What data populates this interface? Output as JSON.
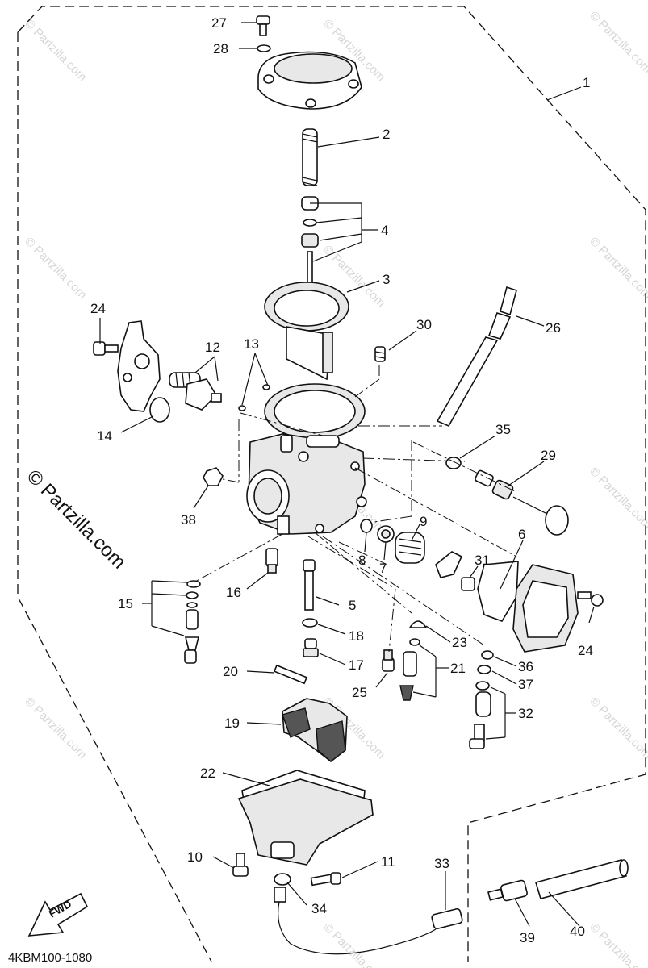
{
  "diagram": {
    "drawing_code": "4KBM100-1080",
    "fwd_label": "FWD",
    "watermark_main": "© Partzilla.com",
    "watermark_small": "© Partzilla.com",
    "callouts": {
      "c1": "1",
      "c2": "2",
      "c3": "3",
      "c4": "4",
      "c5": "5",
      "c6": "6",
      "c7": "7",
      "c8": "8",
      "c9": "9",
      "c10": "10",
      "c11": "11",
      "c12": "12",
      "c13": "13",
      "c14": "14",
      "c15": "15",
      "c16": "16",
      "c17": "17",
      "c18": "18",
      "c19": "19",
      "c20": "20",
      "c21": "21",
      "c22": "22",
      "c23": "23",
      "c24a": "24",
      "c24b": "24",
      "c25": "25",
      "c26": "26",
      "c27": "27",
      "c28": "28",
      "c29": "29",
      "c30": "30",
      "c31": "31",
      "c32": "32",
      "c33": "33",
      "c34": "34",
      "c35": "35",
      "c36": "36",
      "c37": "37",
      "c38": "38",
      "c39": "39",
      "c40": "40"
    }
  }
}
